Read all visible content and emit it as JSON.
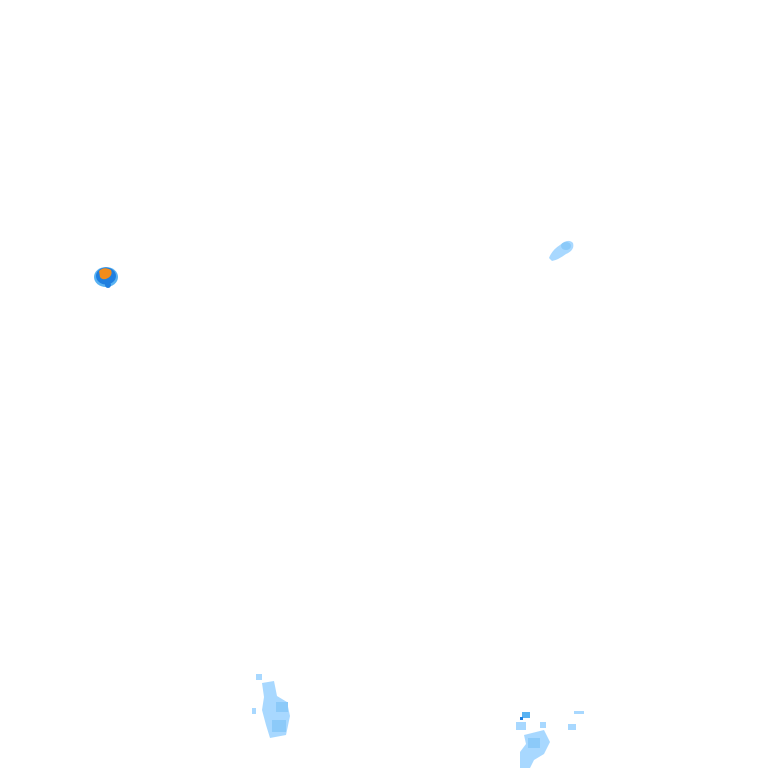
{
  "map": {
    "background": "#ffffff",
    "layer": "precipitation-radar",
    "colors": {
      "light": "#a8d8ff",
      "medium": "#59b2f2",
      "moderate": "#1f7fe0",
      "heavy": "#f28c1c"
    },
    "cells": [
      {
        "id": "west-cell",
        "intensities": [
          "moderate",
          "heavy"
        ]
      },
      {
        "id": "northeast-cell",
        "intensities": [
          "light",
          "medium"
        ]
      },
      {
        "id": "south-central-cell",
        "intensities": [
          "light",
          "medium"
        ]
      },
      {
        "id": "southeast-cell",
        "intensities": [
          "light",
          "medium",
          "moderate"
        ]
      }
    ]
  }
}
